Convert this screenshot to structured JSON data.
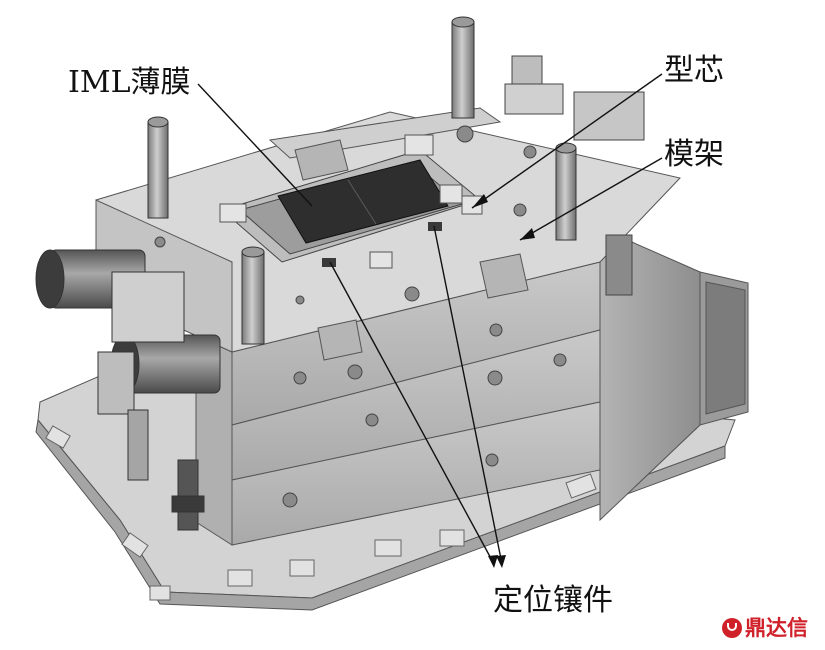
{
  "figure": {
    "subject": "injection mold assembly drawing",
    "callouts": {
      "iml_film": "IML薄膜",
      "core": "型芯",
      "mold_base": "模架",
      "locating_insert": "定位镶件"
    },
    "watermark": "鼎达信",
    "colors": {
      "text": "#111111",
      "line": "#111111",
      "watermark": "#d0202a",
      "metal": "#c8c8c8",
      "film": "#2e2e2e"
    }
  }
}
